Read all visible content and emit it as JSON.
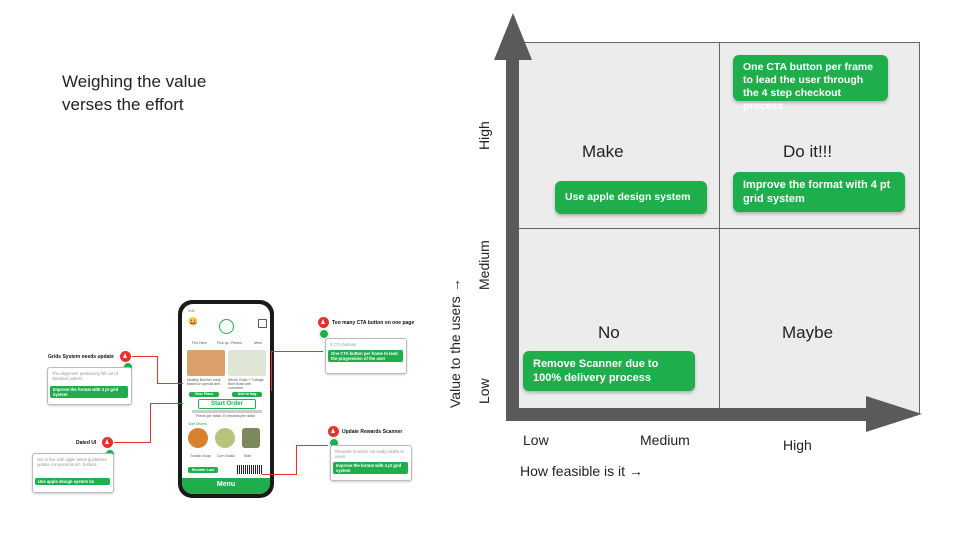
{
  "heading": {
    "line1": "Weighing the value",
    "line2": "verses the effort"
  },
  "matrix": {
    "quadrants": {
      "make": "Make",
      "do_it": "Do it!!!",
      "no": "No",
      "maybe": "Maybe"
    },
    "notes": {
      "one_cta": "One CTA button per frame to lead the user through the 4 step checkout process",
      "apple": "Use apple design system",
      "grid": "Improve  the format with 4 pt grid system",
      "scanner": "Remove Scanner due to 100% delivery process"
    },
    "x_ticks": {
      "low": "Low",
      "medium": "Medium",
      "high": "High"
    },
    "y_ticks": {
      "high": "High",
      "medium": "Medium",
      "low": "Low"
    },
    "x_title": "How feasible is it  →",
    "y_title": "Value to the users  →",
    "colors": {
      "note_green": "#1fae4c",
      "cell_grey": "#ececec",
      "axis": "#555555"
    }
  },
  "mockup": {
    "app": {
      "emoji": "😀",
      "tabs": [
        "Fed Here",
        "Pick up / Return",
        "Meal"
      ],
      "card1_text": "Healthy Butcher meal based on special diet",
      "card2_text": "Whole Grain + Cottage Beef Bowl with cucumber",
      "view_plans": "View Plans",
      "add_to_bag": "Add to bag",
      "start_order": "Start Order",
      "info_line": "Points per dollar 20 rewards per dollar",
      "side_dishes": "Side Dishes",
      "dish1": "Tomato Soup",
      "dish2": "Corn Salad",
      "dish3": "Side",
      "reorder": "Reorder Last review",
      "menu": "Menu"
    },
    "annotations": {
      "cta_title": "Too  many CTA button on one page",
      "cta_grey": "3 CTA buttons",
      "cta_green": "One CTA button per frame to lead the progression of the user",
      "grid_title": "Grids System needs update",
      "grid_grey": "The alignment positioning fall out of standard pattern",
      "grid_green": "Improve  the format with 4 pt grid system",
      "dated_title": "Dated UI",
      "dated_grey": "Not in line with apple latest guidelines update components etc. buttons",
      "dated_green": "Use apple design system ba",
      "scanner_title": "Update Rewards Scanner",
      "scanner_grey": "Rewards Scanner not really visible to users",
      "scanner_green": "Improve  the format with 4 pt grid system"
    }
  }
}
